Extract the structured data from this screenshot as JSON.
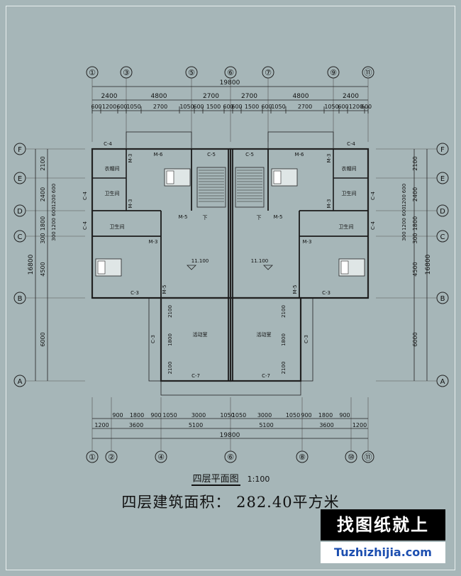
{
  "plan": {
    "title": "四层平面图",
    "scale": "1:100",
    "area_label": "四层建筑面积：  282.40平方米",
    "total_width": "19800",
    "total_depth": "16800",
    "top_axes": [
      "①",
      "③",
      "⑤",
      "⑥",
      "⑦",
      "⑨",
      "⑪"
    ],
    "bottom_axes": [
      "①",
      "②",
      "④",
      "⑥",
      "⑧",
      "⑩",
      "⑪"
    ],
    "row_axes": [
      "F",
      "E",
      "D",
      "C",
      "B",
      "A"
    ],
    "top_dims_outer": [
      "2400",
      "4800",
      "2700",
      "2700",
      "4800",
      "2400"
    ],
    "top_dims_inner": [
      "600",
      "1200",
      "600",
      "1050",
      "2700",
      "1050",
      "600",
      "1500",
      "600",
      "600",
      "1500",
      "600",
      "1050",
      "2700",
      "1050",
      "600",
      "1200",
      "600"
    ],
    "bottom_dims_outer": [
      "1200",
      "3600",
      "5100",
      "5100",
      "3600",
      "1200"
    ],
    "bottom_dims_inner": [
      "900",
      "1800",
      "900",
      "1050",
      "3000",
      "1050",
      "1050",
      "3000",
      "1050",
      "900",
      "1800",
      "900"
    ],
    "left_dims_total": "16800",
    "left_dims_main": [
      "2100",
      "2400",
      "1800",
      "300",
      "4500",
      "6000"
    ],
    "left_dims_sub": [
      "600",
      "1200",
      "600",
      "1200",
      "300"
    ],
    "right_dims_main": [
      "2100",
      "2400",
      "1800",
      "300",
      "4500",
      "6000"
    ],
    "right_dims_sub": [
      "600",
      "1200",
      "600",
      "1200",
      "300"
    ],
    "lower_dims": [
      "2100",
      "1800",
      "2100"
    ],
    "elevation": "11.100",
    "rooms": {
      "closet": "衣帽间",
      "bath": "卫生间",
      "activity": "活动室"
    },
    "tags": {
      "c4": "C-4",
      "c5": "C-5",
      "c3": "C-3",
      "c7": "C-7",
      "m6": "M-6",
      "m3": "M-3",
      "m5": "M-5",
      "down": "下"
    }
  },
  "logo": {
    "line1": "找图纸就上",
    "line2": "Tuzhizhijia.com"
  }
}
